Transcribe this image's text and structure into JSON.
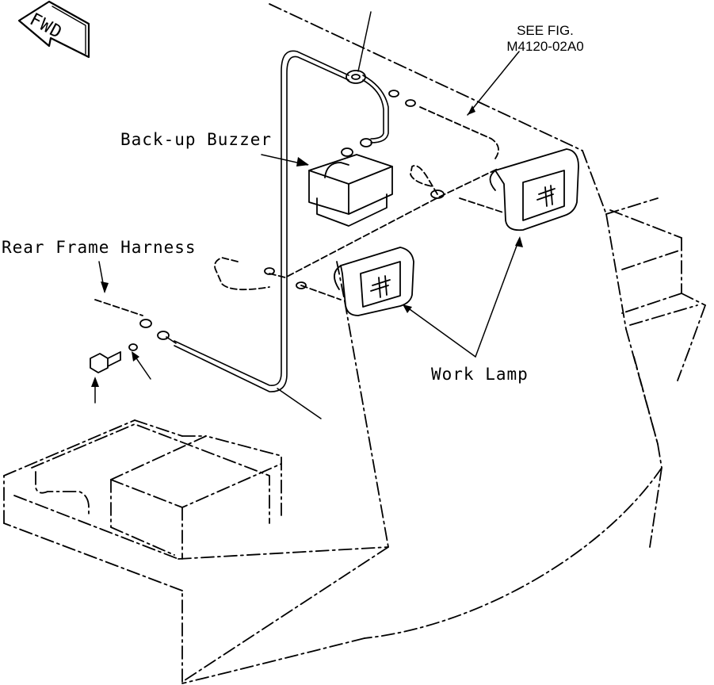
{
  "diagram": {
    "fwd_label": "FWD",
    "reference_line1": "SEE FIG.",
    "reference_line2": "M4120-02A0",
    "backup_buzzer_label": "Back-up Buzzer",
    "rear_frame_harness_label": "Rear Frame Harness",
    "work_lamp_label": "Work Lamp",
    "line_color": "#000000",
    "background_color": "#ffffff"
  }
}
